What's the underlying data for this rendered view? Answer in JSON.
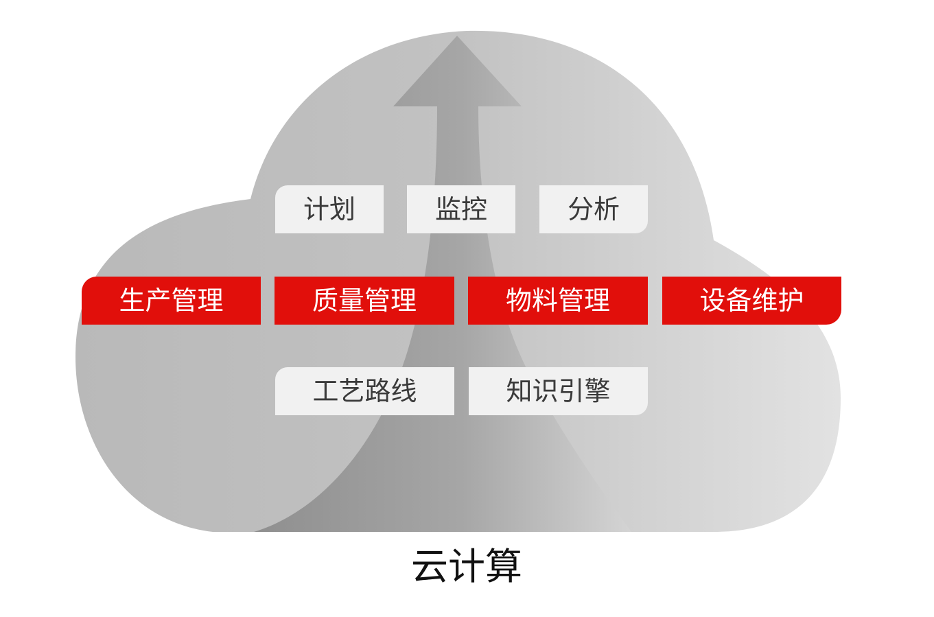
{
  "diagram": {
    "top_row": [
      "计划",
      "监控",
      "分析"
    ],
    "middle_row": [
      "生产管理",
      "质量管理",
      "物料管理",
      "设备维护"
    ],
    "bottom_row": [
      "工艺路线",
      "知识引擎"
    ],
    "caption": "云计算"
  },
  "colors": {
    "accent_red": "#e10f0b",
    "light_tag": "#f1f1f1",
    "cloud_grey": "#c4c4c4",
    "arrow_grey": "#a3a3a3"
  }
}
